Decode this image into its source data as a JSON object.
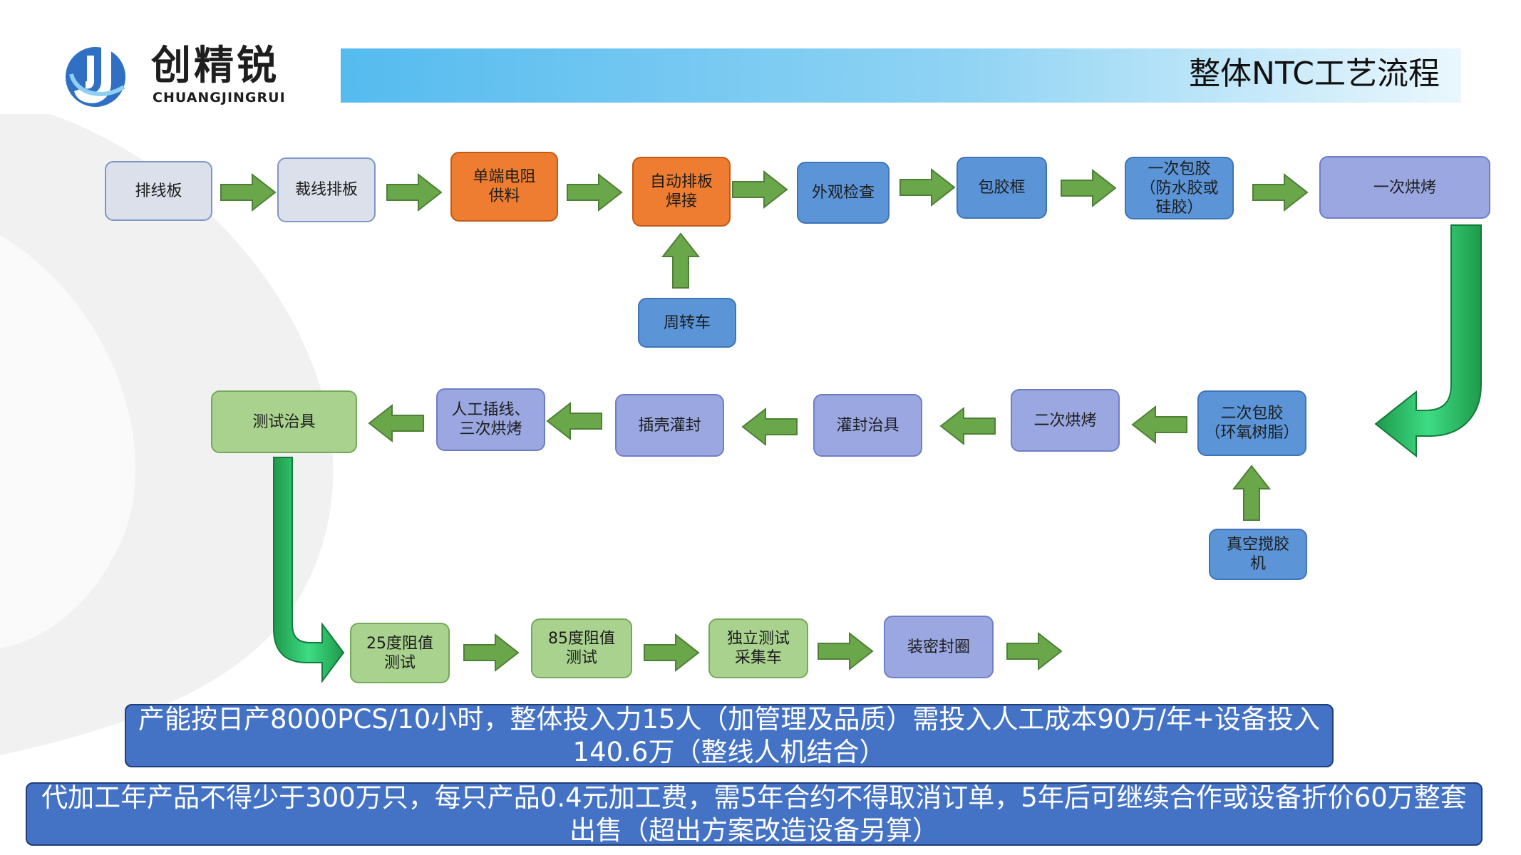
{
  "header": {
    "logo_cn": "创精锐",
    "logo_en": "CHUANGJINGRUI",
    "title": "整体NTC工艺流程"
  },
  "nodes": {
    "n1": "排线板",
    "n2": "裁线排板",
    "n3": "单端电阻\n供料",
    "n4": "自动排板\n焊接",
    "n5": "外观检查",
    "n6": "包胶框",
    "n7": "一次包胶\n（防水胶或\n硅胶）",
    "n8": "一次烘烤",
    "n_turnover": "周转车",
    "n9": "二次包胶\n（环氧树脂）",
    "n_vacuum": "真空搅胶\n机",
    "n10": "二次烘烤",
    "n11": "灌封治具",
    "n12": "插壳灌封",
    "n13": "人工插线、\n三次烘烤",
    "n14": "测试治具",
    "n15": "25度阻值\n测试",
    "n16": "85度阻值\n测试",
    "n17": "独立测试\n采集车",
    "n18": "装密封圈"
  },
  "notes": {
    "note1": "产能按日产8000PCS/10小时，整体投入力15人（加管理及品质）需投入人工成本90万/年+设备投入140.6万（整线人机结合）",
    "note2": "代加工年产品不得少于300万只，每只产品0.4元加工费，需5年合约不得取消订单，5年后可继续合作或设备折价60万整套出售（超出方案改造设备另算）"
  },
  "colors": {
    "banner": "#55bbef",
    "arrow": "#6aa64a",
    "orange": "#ee7d31",
    "blue": "#5b95d8",
    "purple": "#9aa7e0",
    "green": "#a9d28f",
    "note": "#4472c4"
  }
}
